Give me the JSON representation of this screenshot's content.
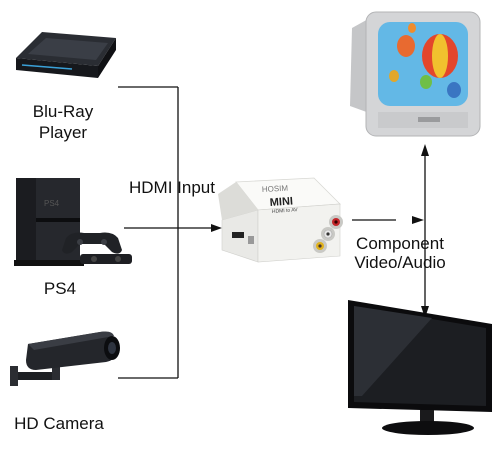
{
  "sources": [
    {
      "id": "bluray",
      "label_line1": "Blu-Ray",
      "label_line2": "Player"
    },
    {
      "id": "ps4",
      "label": "PS4"
    },
    {
      "id": "camera",
      "label": "HD Camera"
    }
  ],
  "connections": {
    "input_label": "HDMI Input",
    "output_label_line1": "Component",
    "output_label_line2": "Video/Audio"
  },
  "converter": {
    "brand": "HOSIM",
    "model": "MINI",
    "subtitle": "HDMI to AV"
  },
  "colors": {
    "line": "#111111",
    "device_dark": "#1d1f24",
    "converter_body": "#f4f4f2",
    "rca_red": "#c3262a",
    "rca_white": "#e8e8e8",
    "rca_yellow": "#e0b21c"
  },
  "icons": [
    "bluray-player-icon",
    "ps4-console-icon",
    "security-camera-icon",
    "hdmi-converter-icon",
    "crt-tv-icon",
    "flat-tv-icon"
  ]
}
